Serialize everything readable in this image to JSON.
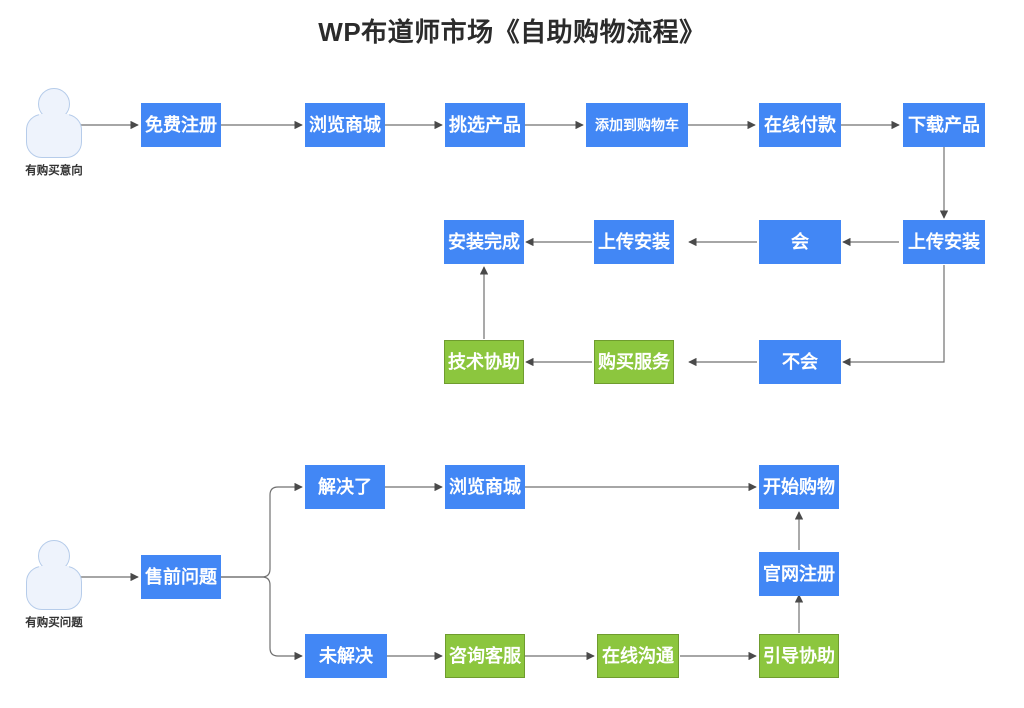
{
  "title": "WP布道师市场《自助购物流程》",
  "colors": {
    "blue": "#4287f5",
    "green": "#8cc63e",
    "green_border": "#6f9c2e",
    "line": "#707070",
    "actor_fill": "#eef3fc",
    "actor_stroke": "#b6ccea",
    "title_text": "#2b2b2b",
    "node_text": "#ffffff"
  },
  "actors": [
    {
      "id": "actor-intent",
      "caption": "有购买意向"
    },
    {
      "id": "actor-question",
      "caption": "有购买问题"
    }
  ],
  "nodes": [
    {
      "id": "free-register",
      "label": "免费注册",
      "type": "blue",
      "size": "lg"
    },
    {
      "id": "browse-store-1",
      "label": "浏览商城",
      "type": "blue",
      "size": "lg"
    },
    {
      "id": "pick-product",
      "label": "挑选产品",
      "type": "blue",
      "size": "lg"
    },
    {
      "id": "add-to-cart",
      "label": "添加到购物车",
      "type": "blue",
      "size": "sm"
    },
    {
      "id": "online-payment",
      "label": "在线付款",
      "type": "blue",
      "size": "lg"
    },
    {
      "id": "download-product",
      "label": "下载产品",
      "type": "blue",
      "size": "lg"
    },
    {
      "id": "upload-install-1",
      "label": "上传安装",
      "type": "blue",
      "size": "lg"
    },
    {
      "id": "knows-how",
      "label": "会",
      "type": "blue",
      "size": "lg"
    },
    {
      "id": "upload-install-2",
      "label": "上传安装",
      "type": "blue",
      "size": "lg"
    },
    {
      "id": "install-done",
      "label": "安装完成",
      "type": "blue",
      "size": "lg"
    },
    {
      "id": "does-not-know",
      "label": "不会",
      "type": "blue",
      "size": "lg"
    },
    {
      "id": "buy-service",
      "label": "购买服务",
      "type": "green",
      "size": "lg"
    },
    {
      "id": "tech-support",
      "label": "技术协助",
      "type": "green",
      "size": "lg"
    },
    {
      "id": "presale-question",
      "label": "售前问题",
      "type": "blue",
      "size": "lg"
    },
    {
      "id": "resolved",
      "label": "解决了",
      "type": "blue",
      "size": "lg"
    },
    {
      "id": "browse-store-2",
      "label": "浏览商城",
      "type": "blue",
      "size": "lg"
    },
    {
      "id": "start-shopping",
      "label": "开始购物",
      "type": "blue",
      "size": "lg"
    },
    {
      "id": "site-register",
      "label": "官网注册",
      "type": "blue",
      "size": "lg"
    },
    {
      "id": "unresolved",
      "label": "未解决",
      "type": "blue",
      "size": "lg"
    },
    {
      "id": "contact-support",
      "label": "咨询客服",
      "type": "green",
      "size": "lg"
    },
    {
      "id": "online-chat",
      "label": "在线沟通",
      "type": "green",
      "size": "lg"
    },
    {
      "id": "guided-help",
      "label": "引导协助",
      "type": "green",
      "size": "lg"
    }
  ],
  "flows": {
    "purchase_path": [
      "有购买意向",
      "免费注册",
      "浏览商城",
      "挑选产品",
      "添加到购物车",
      "在线付款",
      "下载产品",
      "上传安装",
      "会",
      "上传安装",
      "安装完成"
    ],
    "support_path": [
      "上传安装",
      "不会",
      "购买服务",
      "技术协助",
      "安装完成"
    ],
    "presale_resolved_path": [
      "有购买问题",
      "售前问题",
      "解决了",
      "浏览商城",
      "开始购物"
    ],
    "presale_unresolved_path": [
      "售前问题",
      "未解决",
      "咨询客服",
      "在线沟通",
      "引导协助",
      "官网注册",
      "开始购物"
    ]
  }
}
